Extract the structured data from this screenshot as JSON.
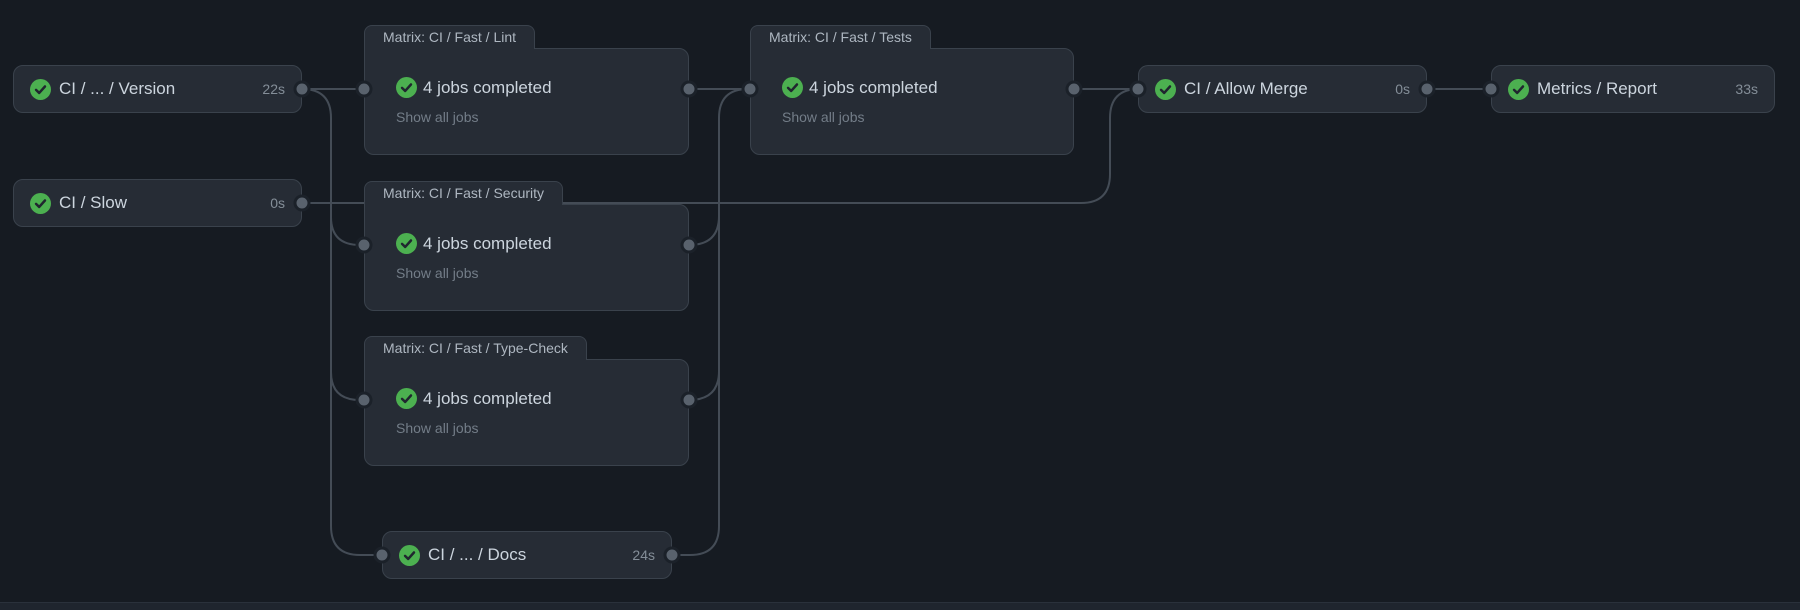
{
  "graph": {
    "name": "workflow-dependency-graph",
    "colors": {
      "background": "#161b22",
      "node_fill": "#262c35",
      "node_border": "#3a424c",
      "edge": "#444c56",
      "dot": "#59626d",
      "success_green": "#4cb050",
      "label_text": "#ccd5de",
      "secondary_text": "#848e98"
    }
  },
  "nodes": [
    {
      "id": "version",
      "label": "CI / ... / Version",
      "duration": "22s",
      "status": "success"
    },
    {
      "id": "slow",
      "label": "CI / Slow",
      "duration": "0s",
      "status": "success"
    },
    {
      "id": "docs",
      "label": "CI / ... / Docs",
      "duration": "24s",
      "status": "success"
    },
    {
      "id": "allow-merge",
      "label": "CI / Allow Merge",
      "duration": "0s",
      "status": "success"
    },
    {
      "id": "metrics",
      "label": "Metrics / Report",
      "duration": "33s",
      "status": "success"
    }
  ],
  "groups": [
    {
      "id": "lint",
      "title": "Matrix: CI / Fast / Lint",
      "summary": "4 jobs completed",
      "show_all": "Show all jobs",
      "status": "success"
    },
    {
      "id": "tests",
      "title": "Matrix: CI / Fast / Tests",
      "summary": "4 jobs completed",
      "show_all": "Show all jobs",
      "status": "success"
    },
    {
      "id": "security",
      "title": "Matrix: CI / Fast / Security",
      "summary": "4 jobs completed",
      "show_all": "Show all jobs",
      "status": "success"
    },
    {
      "id": "typecheck",
      "title": "Matrix: CI / Fast / Type-Check",
      "summary": "4 jobs completed",
      "show_all": "Show all jobs",
      "status": "success"
    }
  ],
  "edges": [
    {
      "from": "version",
      "to": "lint"
    },
    {
      "from": "version",
      "to": "security"
    },
    {
      "from": "version",
      "to": "typecheck"
    },
    {
      "from": "version",
      "to": "docs"
    },
    {
      "from": "slow",
      "to": "allow-merge"
    },
    {
      "from": "lint",
      "to": "tests"
    },
    {
      "from": "security",
      "to": "tests"
    },
    {
      "from": "typecheck",
      "to": "tests"
    },
    {
      "from": "docs",
      "to": "tests"
    },
    {
      "from": "tests",
      "to": "allow-merge"
    },
    {
      "from": "allow-merge",
      "to": "metrics"
    }
  ]
}
